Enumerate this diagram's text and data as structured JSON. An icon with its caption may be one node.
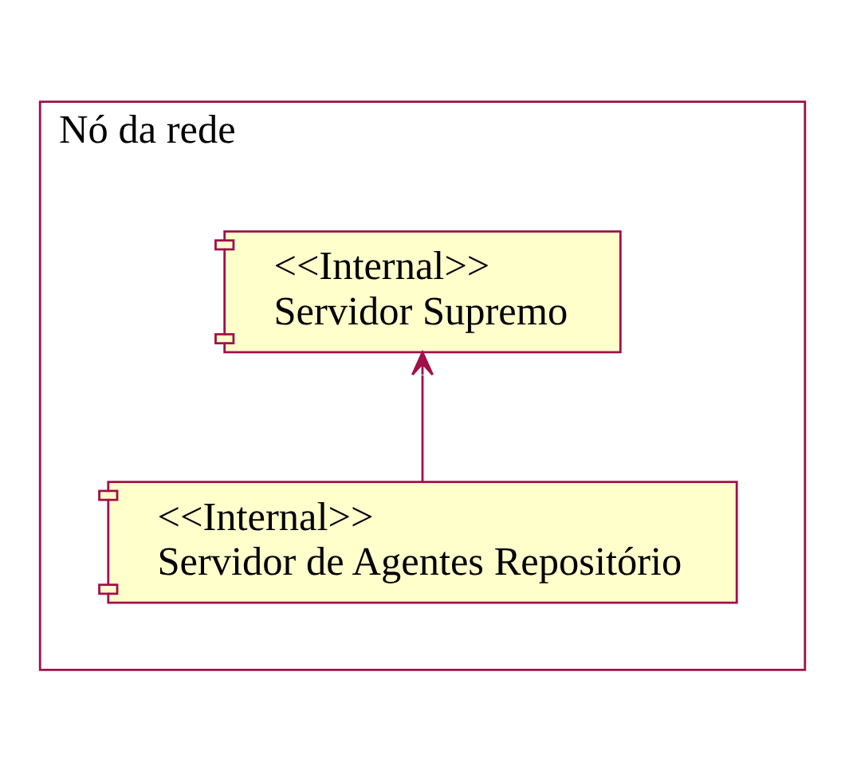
{
  "diagram": {
    "nodes": [
      {
        "text": [
          "Nó da rede"
        ]
      },
      {
        "text": [
          "<<Internal>>",
          "Servidor Supremo"
        ],
        "in": 0
      },
      {
        "text": [
          "<<Internal>>",
          "Servidor de Agentes Repositório"
        ],
        "in": 0
      }
    ],
    "edges": [
      {
        "from": 2,
        "to": 1,
        "arrow": "to"
      }
    ]
  }
}
